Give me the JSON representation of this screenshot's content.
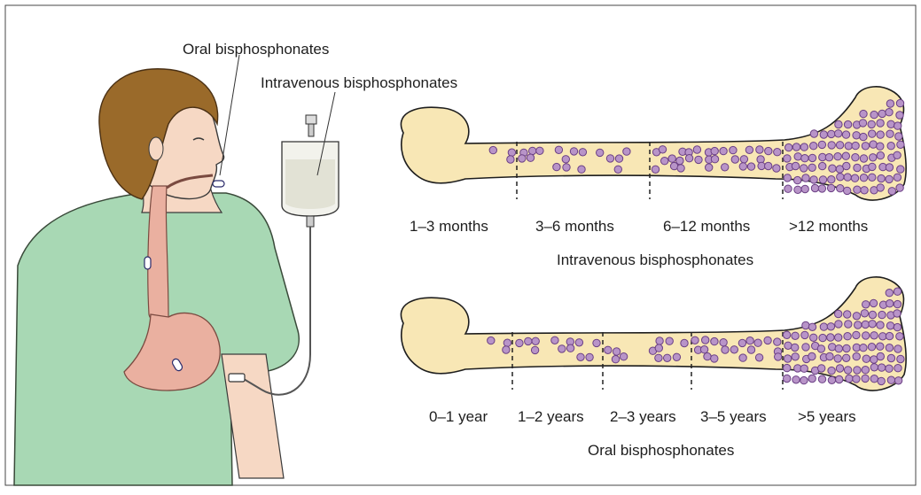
{
  "labels": {
    "oral": "Oral bisphosphonates",
    "intravenous": "Intravenous bisphosphonates"
  },
  "iv_bone": {
    "caption": "Intravenous bisphosphonates",
    "periods": [
      "1–3 months",
      "3–6 months",
      "6–12 months",
      ">12 months"
    ],
    "dot_density": [
      0.15,
      0.35,
      0.7,
      1.0
    ]
  },
  "oral_bone": {
    "caption": "Oral bisphosphonates",
    "periods": [
      "0–1 year",
      "1–2 years",
      "2–3 years",
      "3–5 years",
      ">5 years"
    ],
    "dot_density": [
      0.15,
      0.3,
      0.45,
      0.7,
      1.0
    ]
  },
  "colors": {
    "bone_fill": "#f8e7b5",
    "bone_outline": "#1e1e1e",
    "drug_dot": "#b894c8",
    "drug_dot_outline": "#6a3f84",
    "shirt": "#a8d8b4",
    "skin": "#f6d8c4",
    "hair": "#9a6a2a",
    "stomach": "#eab0a0"
  }
}
